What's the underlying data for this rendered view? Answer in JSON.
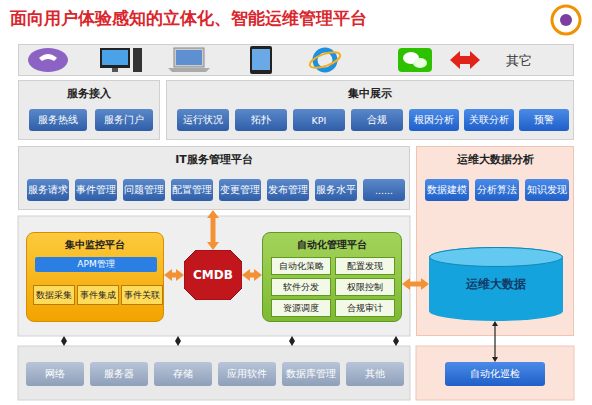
{
  "diagram": {
    "title": "面向用户体验感知的立体化、智能运维管理平台",
    "nodes": [
      {
        "text": [
          "其它"
        ]
      },
      {
        "text": [
          "服务接入"
        ]
      },
      {
        "text": [
          "服务热线"
        ],
        "in": 1
      },
      {
        "text": [
          "服务门户"
        ],
        "in": 1
      },
      {
        "text": [
          "集中展示"
        ]
      },
      {
        "text": [
          "运行状况"
        ],
        "in": 4
      },
      {
        "text": [
          "拓扑"
        ],
        "in": 4
      },
      {
        "text": [
          "KPI"
        ],
        "in": 4
      },
      {
        "text": [
          "合规"
        ],
        "in": 4
      },
      {
        "text": [
          "根因分析"
        ],
        "in": 4
      },
      {
        "text": [
          "关联分析"
        ],
        "in": 4
      },
      {
        "text": [
          "预警"
        ],
        "in": 4
      },
      {
        "text": [
          "IT服务管理平台"
        ]
      },
      {
        "text": [
          "服务请求"
        ],
        "in": 12
      },
      {
        "text": [
          "事件管理"
        ],
        "in": 12
      },
      {
        "text": [
          "问题管理"
        ],
        "in": 12
      },
      {
        "text": [
          "配置管理"
        ],
        "in": 12
      },
      {
        "text": [
          "变更管理"
        ],
        "in": 12
      },
      {
        "text": [
          "发布管理"
        ],
        "in": 12
      },
      {
        "text": [
          "服务水平"
        ],
        "in": 12
      },
      {
        "text": [
          "......"
        ],
        "in": 12
      },
      {
        "text": [
          "运维大数据分析"
        ]
      },
      {
        "text": [
          "数据建模"
        ],
        "in": 21
      },
      {
        "text": [
          "分析算法"
        ],
        "in": 21
      },
      {
        "text": [
          "知识发现"
        ],
        "in": 21
      },
      {
        "text": [
          "运维大数据"
        ],
        "in": 21
      },
      {
        "text": [
          "集中监控平台"
        ]
      },
      {
        "text": [
          "APM管理"
        ],
        "in": 26
      },
      {
        "text": [
          "数据采集"
        ],
        "in": 26
      },
      {
        "text": [
          "事件集成"
        ],
        "in": 26
      },
      {
        "text": [
          "事件关联"
        ],
        "in": 26
      },
      {
        "text": [
          "CMDB"
        ]
      },
      {
        "text": [
          "自动化管理平台"
        ]
      },
      {
        "text": [
          "自动化策略"
        ],
        "in": 32
      },
      {
        "text": [
          "配置发现"
        ],
        "in": 32
      },
      {
        "text": [
          "软件分发"
        ],
        "in": 32
      },
      {
        "text": [
          "权限控制"
        ],
        "in": 32
      },
      {
        "text": [
          "资源调度"
        ],
        "in": 32
      },
      {
        "text": [
          "合规审计"
        ],
        "in": 32
      },
      {
        "text": [
          "网络"
        ]
      },
      {
        "text": [
          "服务器"
        ]
      },
      {
        "text": [
          "存储"
        ]
      },
      {
        "text": [
          "应用软件"
        ]
      },
      {
        "text": [
          "数据库管理"
        ]
      },
      {
        "text": [
          "其他"
        ]
      },
      {
        "text": [
          "自动化巡检"
        ]
      }
    ],
    "edges": [
      {
        "from": 31,
        "to": 12,
        "arrow": "both"
      },
      {
        "from": 26,
        "to": 31,
        "arrow": "both"
      },
      {
        "from": 31,
        "to": 32,
        "arrow": "both"
      },
      {
        "from": 32,
        "to": 25,
        "arrow": "both"
      },
      {
        "from": 25,
        "to": 45,
        "arrow": "both"
      }
    ]
  }
}
